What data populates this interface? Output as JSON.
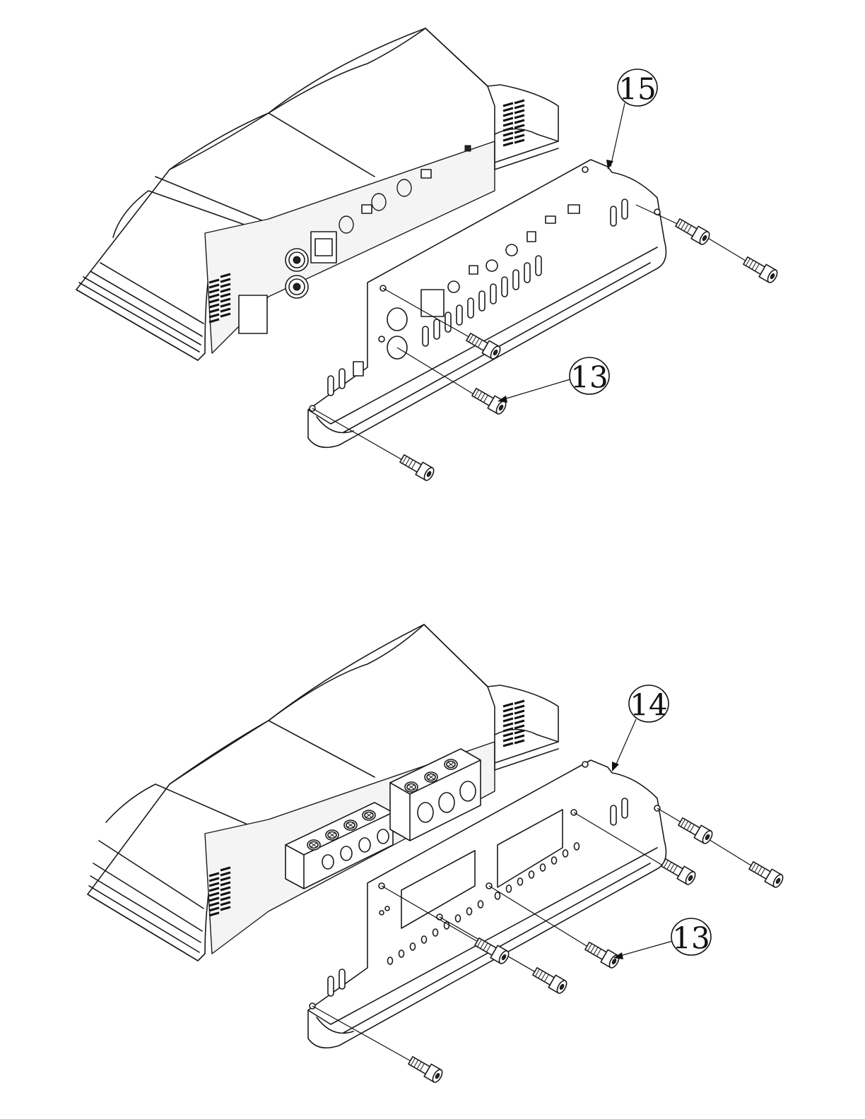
{
  "diagram": {
    "top_view": {
      "balloons": [
        {
          "id": "part-15",
          "label": "15"
        },
        {
          "id": "part-13",
          "label": "13"
        }
      ]
    },
    "bottom_view": {
      "balloons": [
        {
          "id": "part-14",
          "label": "14"
        },
        {
          "id": "part-13",
          "label": "13"
        }
      ]
    }
  }
}
